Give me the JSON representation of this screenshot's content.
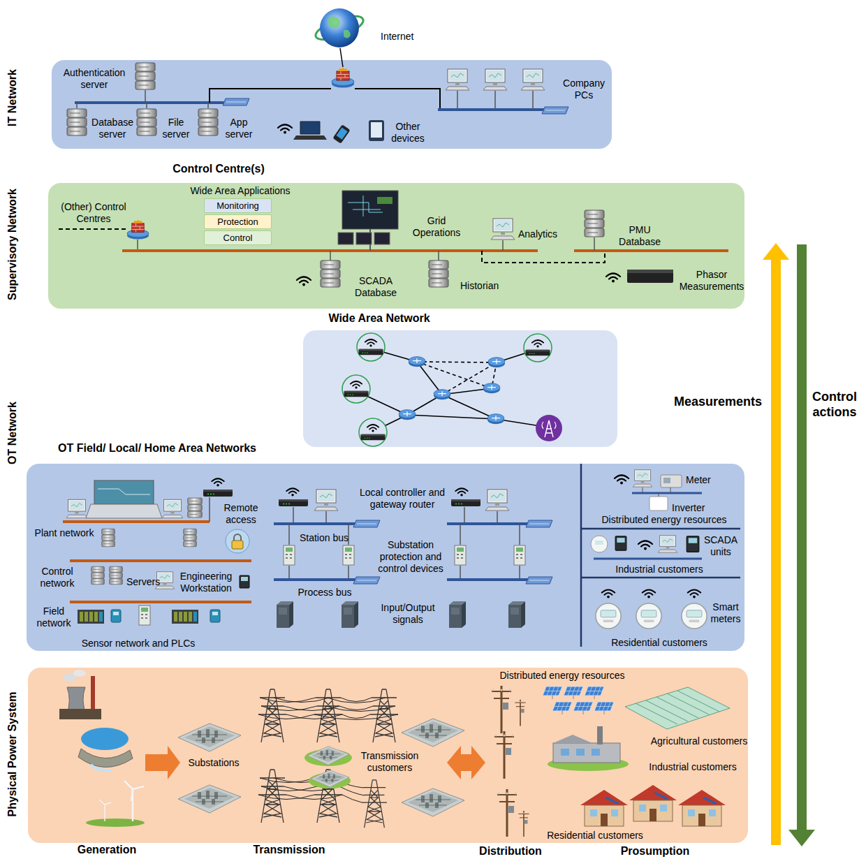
{
  "diagram": {
    "nodes": [
      {
        "text": [
          "IT Network"
        ]
      },
      {
        "text": [
          "Control Centre(s)",
          "Supervisory Network"
        ]
      },
      {
        "text": [
          "Monitoring"
        ],
        "in": 1
      },
      {
        "text": [
          "Protection"
        ],
        "in": 1
      },
      {
        "text": [
          "Control"
        ],
        "in": 1
      },
      {
        "text": [
          "Wide Area Network"
        ]
      },
      {
        "text": [
          "OT Field/ Local/ Home Area Networks"
        ]
      },
      {
        "text": [
          "Physical Power System"
        ]
      }
    ],
    "labels": [
      "Internet",
      "Authentication server",
      "Database server",
      "File server",
      "App server",
      "Other devices",
      "Company PCs",
      "(Other) Control Centres",
      "Wide Area Applications",
      "Grid Operations",
      "Analytics",
      "PMU Database",
      "SCADA Database",
      "Historian",
      "Phasor Measurements",
      "Measurements",
      "Control actions",
      "OT Network",
      "Remote access",
      "Plant network",
      "Control network",
      "Servers",
      "Engineering Workstation",
      "Field network",
      "Sensor network and PLCs",
      "Local controller and gateway router",
      "Station bus",
      "Substation protection and control devices",
      "Process bus",
      "Input/Output signals",
      "Meter",
      "Inverter",
      "Distributed energy resources",
      "SCADA units",
      "Industrial customers",
      "Smart meters",
      "Residential customers",
      "Distributed energy resources",
      "Substations",
      "Transmission customers",
      "Agricultural customers",
      "Industrial customers",
      "Residential customers",
      "Generation",
      "Transmission",
      "Distribution",
      "Prosumption"
    ]
  }
}
